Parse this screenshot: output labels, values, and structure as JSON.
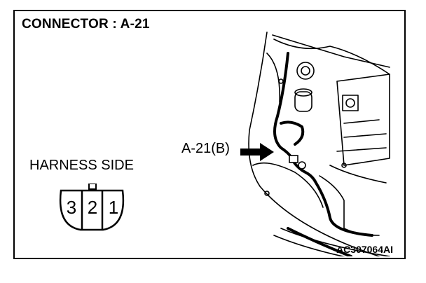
{
  "title": "CONNECTOR : A-21",
  "harness_side_label": "HARNESS SIDE",
  "connector_pins": [
    "3",
    "2",
    "1"
  ],
  "callout_label": "A-21(B)",
  "figure_code": "AC307064AI"
}
